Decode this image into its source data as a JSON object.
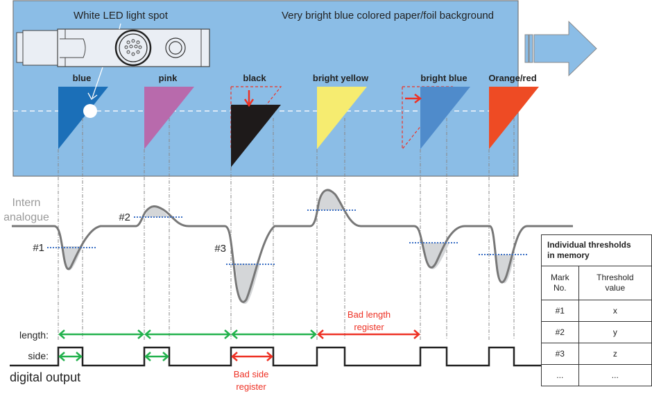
{
  "diagram": {
    "background_label": "Very bright blue colored paper/foil background",
    "led_label": "White LED light spot",
    "colors": {
      "background": "#8bbde6",
      "sensor_body": "#eaeef4",
      "outline": "#555555",
      "curve": "#777777",
      "fill_area": "#d4d6d8",
      "threshold": "#3a6fc4",
      "ok_arrow": "#22b14c",
      "bad_arrow": "#ee3124",
      "digital": "#222222"
    },
    "marks": [
      {
        "label": "blue",
        "color": "#1b6fb8",
        "shift": "none"
      },
      {
        "label": "pink",
        "color": "#b86aac",
        "shift": "none"
      },
      {
        "label": "black",
        "color": "#1e1a1a",
        "shift": "down"
      },
      {
        "label": "bright yellow",
        "color": "#f6ec70",
        "shift": "none"
      },
      {
        "label": "bright blue",
        "color": "#4f8bcb",
        "shift": "right"
      },
      {
        "label": "Orange/red",
        "color": "#ee4b24",
        "shift": "none"
      }
    ],
    "analog": {
      "label_line1": "Intern",
      "label_line2": "analogue",
      "thresholds": [
        "#1",
        "#2",
        "#3"
      ]
    },
    "digital": {
      "length_label": "length:",
      "side_label": "side:",
      "output_label": "digital output",
      "bad_length_line1": "Bad length",
      "bad_length_line2": "register",
      "bad_side_line1": "Bad side",
      "bad_side_line2": "register"
    }
  },
  "table": {
    "title_line1": "Individual thresholds",
    "title_line2": "in memory",
    "col1_line1": "Mark",
    "col1_line2": "No.",
    "col2_line1": "Threshold",
    "col2_line2": "value",
    "rows": [
      {
        "mark": "#1",
        "value": "x"
      },
      {
        "mark": "#2",
        "value": "y"
      },
      {
        "mark": "#3",
        "value": "z"
      },
      {
        "mark": "...",
        "value": "..."
      }
    ]
  }
}
